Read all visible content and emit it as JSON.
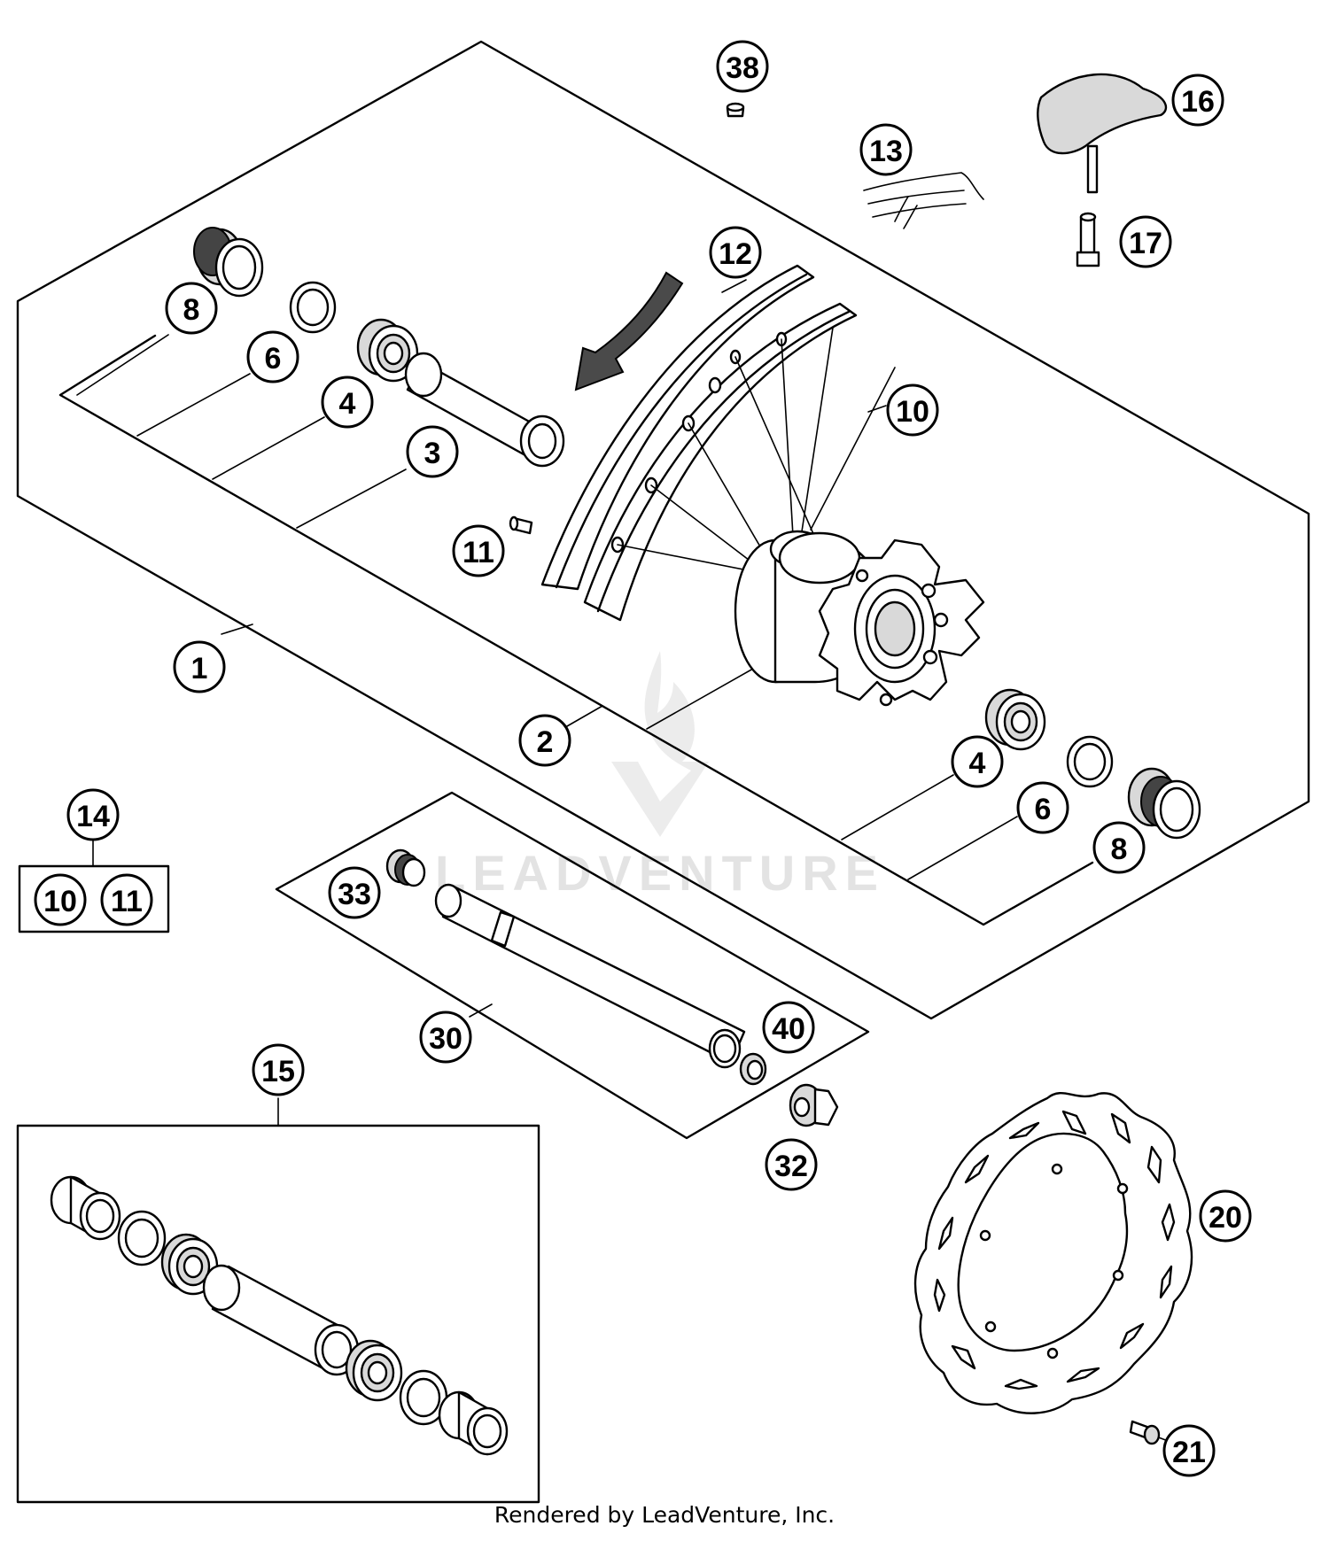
{
  "diagram": {
    "callouts": {
      "c1": "1",
      "c2": "2",
      "c3": "3",
      "c4a": "4",
      "c4b": "4",
      "c6a": "6",
      "c6b": "6",
      "c8a": "8",
      "c8b": "8",
      "c10": "10",
      "c11": "11",
      "c12": "12",
      "c13": "13",
      "c14": "14",
      "c14_10": "10",
      "c14_11": "11",
      "c15": "15",
      "c16": "16",
      "c17": "17",
      "c20": "20",
      "c21": "21",
      "c30": "30",
      "c32": "32",
      "c33": "33",
      "c38": "38",
      "c40": "40"
    },
    "watermark": "LEADVENTURE",
    "footer": "Rendered by LeadVenture, Inc."
  }
}
